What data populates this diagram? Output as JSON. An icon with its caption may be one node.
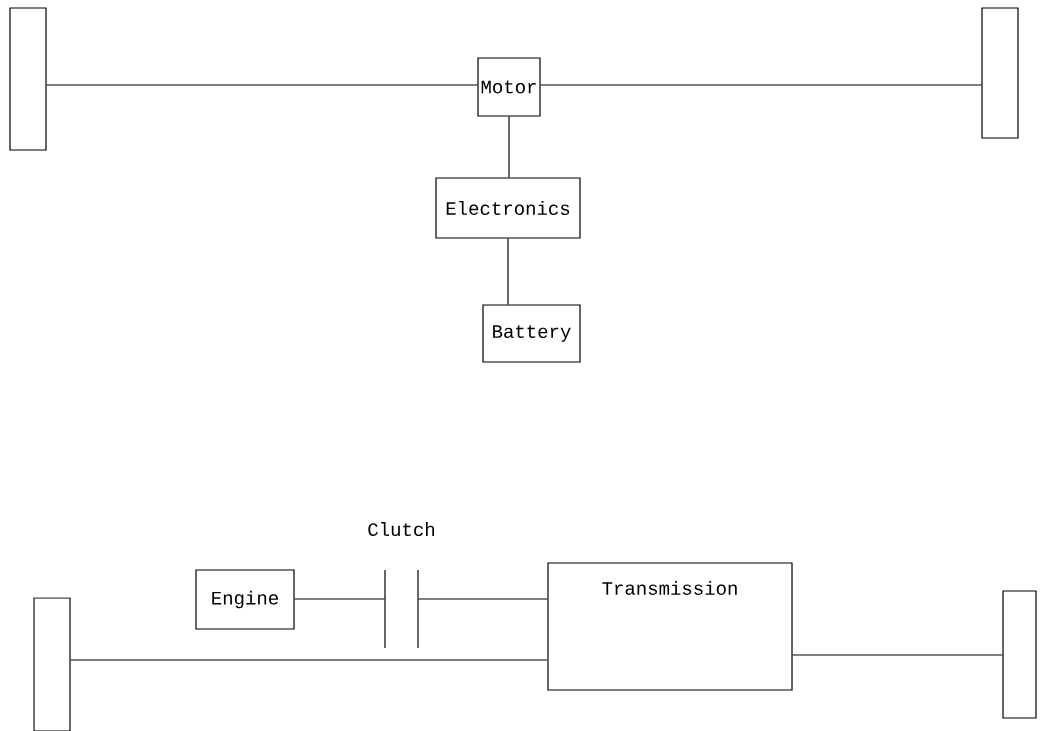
{
  "diagram": {
    "nodes": [
      {
        "text": [],
        "shape": "bar"
      },
      {
        "text": [
          "Motor"
        ]
      },
      {
        "text": [],
        "shape": "bar"
      },
      {
        "text": [
          "Electronics"
        ]
      },
      {
        "text": [
          "Battery"
        ]
      },
      {
        "text": [],
        "shape": "bar"
      },
      {
        "text": [
          "Engine"
        ]
      },
      {
        "text": [
          "Clutch"
        ]
      },
      {
        "text": [
          "Transmission"
        ]
      },
      {
        "text": [],
        "shape": "bar"
      }
    ],
    "edges": [
      {
        "from": 0,
        "to": 1,
        "arrow": "none"
      },
      {
        "from": 1,
        "to": 2,
        "arrow": "none"
      },
      {
        "from": 1,
        "to": 3,
        "arrow": "none"
      },
      {
        "from": 3,
        "to": 4,
        "arrow": "none"
      },
      {
        "from": 6,
        "to": 7,
        "arrow": "none"
      },
      {
        "from": 7,
        "to": 8,
        "arrow": "none"
      },
      {
        "from": 5,
        "to": 8,
        "arrow": "none"
      },
      {
        "from": 8,
        "to": 9,
        "arrow": "none"
      }
    ]
  }
}
